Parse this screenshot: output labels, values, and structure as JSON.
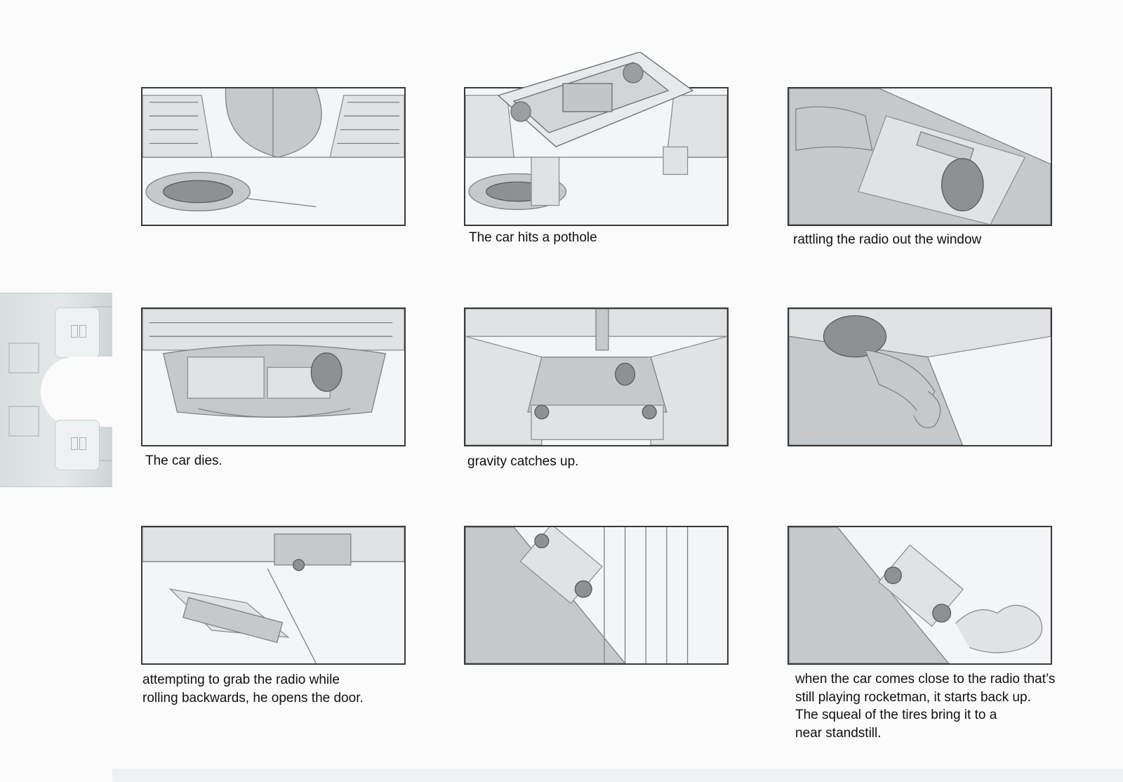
{
  "storyboard": {
    "panels": [
      {
        "id": "panel-1",
        "scene": "city-street-pothole",
        "caption": ""
      },
      {
        "id": "panel-2",
        "scene": "car-hits-pothole",
        "caption": "The car hits a pothole"
      },
      {
        "id": "panel-3",
        "scene": "radio-falls-out",
        "caption": "rattling the radio out the window"
      },
      {
        "id": "panel-4",
        "scene": "car-dashboard",
        "caption": "The car dies."
      },
      {
        "id": "panel-5",
        "scene": "car-rolls-back",
        "caption": "gravity catches up."
      },
      {
        "id": "panel-6",
        "scene": "hand-reaching",
        "caption": ""
      },
      {
        "id": "panel-7",
        "scene": "radio-on-street",
        "caption": "attempting to grab the radio while\nrolling backwards, he opens the door."
      },
      {
        "id": "panel-8",
        "scene": "car-on-slope",
        "caption": ""
      },
      {
        "id": "panel-9",
        "scene": "car-on-slope-smoke",
        "caption": "when the car comes close to the radio that’s\nstill playing rocketman, it starts back up.\nThe squeal of the tires bring it to a\nnear standstill."
      }
    ]
  },
  "binder_clip": {
    "icon": "binder-clip-icon"
  },
  "colors": {
    "paper": "#fbfbfc",
    "border": "#3a3a3a",
    "pencil": "#7d8184"
  }
}
